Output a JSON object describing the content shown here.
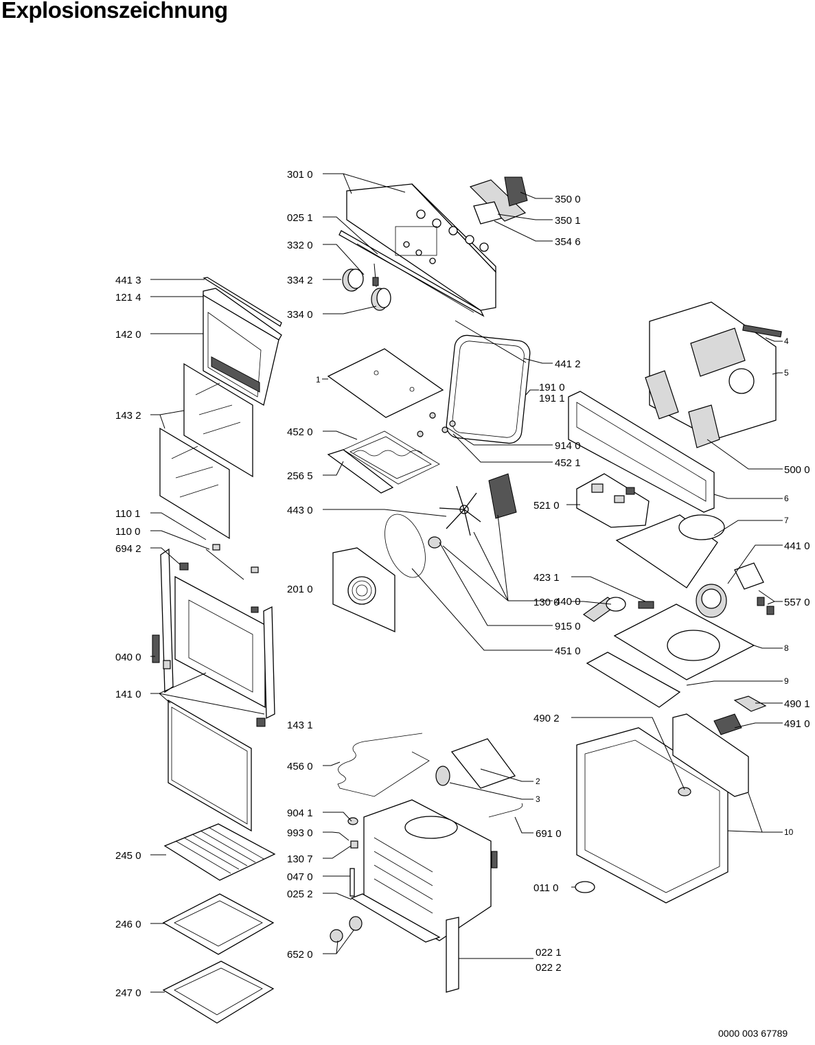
{
  "title": "Explosionszeichnung",
  "document_number": "0000 003 67789",
  "callouts": [
    {
      "id": "301-0",
      "label": "301 0"
    },
    {
      "id": "025-1",
      "label": "025 1"
    },
    {
      "id": "332-0",
      "label": "332 0"
    },
    {
      "id": "334-2",
      "label": "334 2"
    },
    {
      "id": "334-0",
      "label": "334 0"
    },
    {
      "id": "350-0",
      "label": "350 0"
    },
    {
      "id": "350-1",
      "label": "350 1"
    },
    {
      "id": "354-6",
      "label": "354 6"
    },
    {
      "id": "441-3",
      "label": "441 3"
    },
    {
      "id": "121-4",
      "label": "121 4"
    },
    {
      "id": "142-0",
      "label": "142 0"
    },
    {
      "id": "143-2",
      "label": "143 2"
    },
    {
      "id": "110-1",
      "label": "110 1"
    },
    {
      "id": "110-0",
      "label": "110 0"
    },
    {
      "id": "694-2",
      "label": "694 2"
    },
    {
      "id": "040-0",
      "label": "040 0"
    },
    {
      "id": "141-0",
      "label": "141 0"
    },
    {
      "id": "143-1",
      "label": "143 1"
    },
    {
      "id": "245-0",
      "label": "245 0"
    },
    {
      "id": "246-0",
      "label": "246 0"
    },
    {
      "id": "247-0",
      "label": "247 0"
    },
    {
      "id": "1",
      "label": "1"
    },
    {
      "id": "441-2",
      "label": "441 2"
    },
    {
      "id": "191-0",
      "label": "191 0"
    },
    {
      "id": "191-1",
      "label": "191 1"
    },
    {
      "id": "452-0",
      "label": "452 0"
    },
    {
      "id": "914-0",
      "label": "914 0"
    },
    {
      "id": "452-1",
      "label": "452 1"
    },
    {
      "id": "256-5",
      "label": "256 5"
    },
    {
      "id": "443-0",
      "label": "443 0"
    },
    {
      "id": "521-0",
      "label": "521 0"
    },
    {
      "id": "201-0",
      "label": "201 0"
    },
    {
      "id": "423-1",
      "label": "423 1"
    },
    {
      "id": "130-0",
      "label": "130 0"
    },
    {
      "id": "440-0",
      "label": "440 0"
    },
    {
      "id": "915-0",
      "label": "915 0"
    },
    {
      "id": "451-0",
      "label": "451 0"
    },
    {
      "id": "4",
      "label": "4"
    },
    {
      "id": "5",
      "label": "5"
    },
    {
      "id": "500-0",
      "label": "500 0"
    },
    {
      "id": "6",
      "label": "6"
    },
    {
      "id": "7",
      "label": "7"
    },
    {
      "id": "441-0",
      "label": "441 0"
    },
    {
      "id": "557-0",
      "label": "557 0"
    },
    {
      "id": "8",
      "label": "8"
    },
    {
      "id": "9",
      "label": "9"
    },
    {
      "id": "490-1",
      "label": "490 1"
    },
    {
      "id": "491-0",
      "label": "491 0"
    },
    {
      "id": "490-2",
      "label": "490 2"
    },
    {
      "id": "456-0",
      "label": "456 0"
    },
    {
      "id": "2",
      "label": "2"
    },
    {
      "id": "3",
      "label": "3"
    },
    {
      "id": "904-1",
      "label": "904 1"
    },
    {
      "id": "993-0",
      "label": "993 0"
    },
    {
      "id": "130-7",
      "label": "130 7"
    },
    {
      "id": "047-0",
      "label": "047 0"
    },
    {
      "id": "025-2",
      "label": "025 2"
    },
    {
      "id": "652-0",
      "label": "652 0"
    },
    {
      "id": "691-0",
      "label": "691 0"
    },
    {
      "id": "011-0",
      "label": "011 0"
    },
    {
      "id": "022-1",
      "label": "022 1"
    },
    {
      "id": "022-2",
      "label": "022 2"
    },
    {
      "id": "10",
      "label": "10"
    }
  ]
}
